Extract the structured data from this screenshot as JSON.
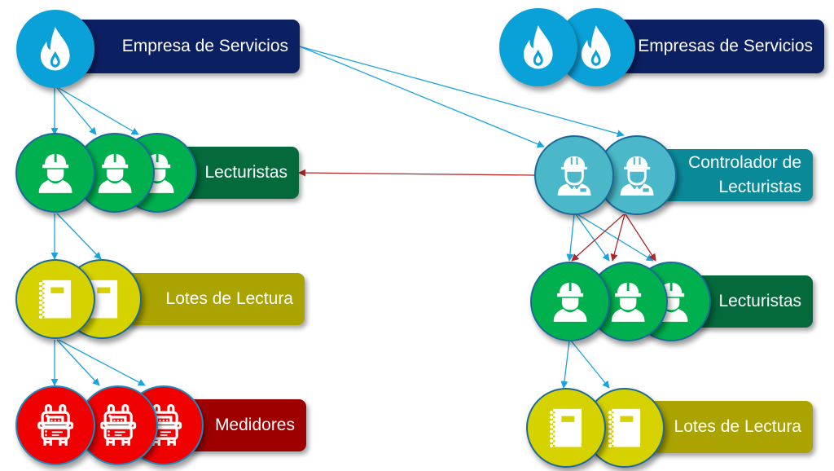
{
  "colors": {
    "empresa_circle": "#0aa0d8",
    "empresa_box": "#0b1f63",
    "lecturista_circle": "#00b04f",
    "lecturista_box": "#046a3c",
    "controlador_circle": "#4ab8c8",
    "controlador_box": "#0a8a98",
    "lote_circle": "#d6d200",
    "lote_box": "#aaa300",
    "medidor_circle": "#f00000",
    "medidor_box": "#9e0000",
    "edge_blue": "#1aa3dc",
    "edge_red": "#b0252a",
    "circle_border": "#1a6a9a"
  },
  "left_hierarchy": {
    "empresa": {
      "label": "Empresa de Servicios",
      "icon": "flame-icon",
      "count": 1
    },
    "lecturistas": {
      "label": "Lecturistas",
      "icon": "worker-helmet-icon",
      "count": 3
    },
    "lotes": {
      "label": "Lotes de Lectura",
      "icon": "notebook-icon",
      "count": 2
    },
    "medidores": {
      "label": "Medidores",
      "icon": "gas-meter-icon",
      "count": 3
    }
  },
  "right_hierarchy": {
    "empresas": {
      "label": "Empresas de Servicios",
      "icon": "flame-icon",
      "count": 2
    },
    "controlador": {
      "label_line1": "Controlador de",
      "label_line2": "Lecturistas",
      "icon": "supervisor-helmet-icon",
      "count": 2
    },
    "lecturistas": {
      "label": "Lecturistas",
      "icon": "worker-helmet-icon",
      "count": 3
    },
    "lotes": {
      "label": "Lotes de Lectura",
      "icon": "notebook-icon",
      "count": 2
    }
  },
  "edges": [
    {
      "from": "left.empresa",
      "to": "left.lecturistas",
      "color": "blue",
      "fanout": 3
    },
    {
      "from": "left.empresa",
      "to": "right.controlador",
      "color": "blue",
      "fanout": 2
    },
    {
      "from": "right.controlador",
      "to": "left.lecturistas",
      "color": "red",
      "fanout": 1
    },
    {
      "from": "left.lecturistas",
      "to": "left.lotes",
      "color": "blue",
      "fanout": 2
    },
    {
      "from": "left.lotes",
      "to": "left.medidores",
      "color": "blue",
      "fanout": 3
    },
    {
      "from": "right.controlador",
      "to": "right.lecturistas",
      "color": "blue",
      "fanout": 3
    },
    {
      "from": "right.controlador",
      "to": "right.lecturistas",
      "color": "red",
      "fanout": 3
    },
    {
      "from": "right.lecturistas",
      "to": "right.lotes",
      "color": "blue",
      "fanout": 2
    }
  ]
}
